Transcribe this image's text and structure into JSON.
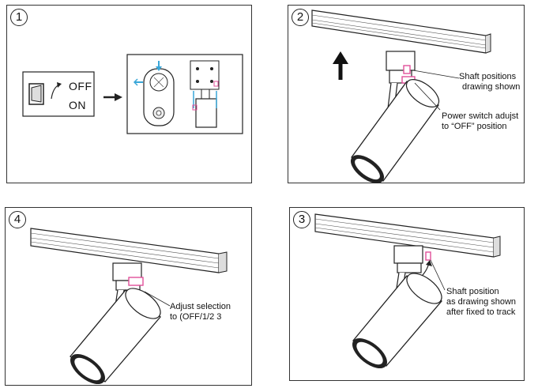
{
  "steps": [
    {
      "number": "1",
      "labels": {
        "off": "OFF",
        "on": "ON"
      }
    },
    {
      "number": "2",
      "captions": [
        "Shaft positions",
        "drawing shown",
        "Power switch adujst",
        "to “OFF” position"
      ]
    },
    {
      "number": "4",
      "captions": [
        "Adjust selection",
        "to (OFF/1/2 3"
      ]
    },
    {
      "number": "3",
      "captions": [
        "Shaft position",
        "as drawing shown",
        "after fixed to track"
      ]
    }
  ],
  "colors": {
    "accent_pink": "#e0509a",
    "accent_blue": "#39a6d8",
    "line": "#222222"
  }
}
